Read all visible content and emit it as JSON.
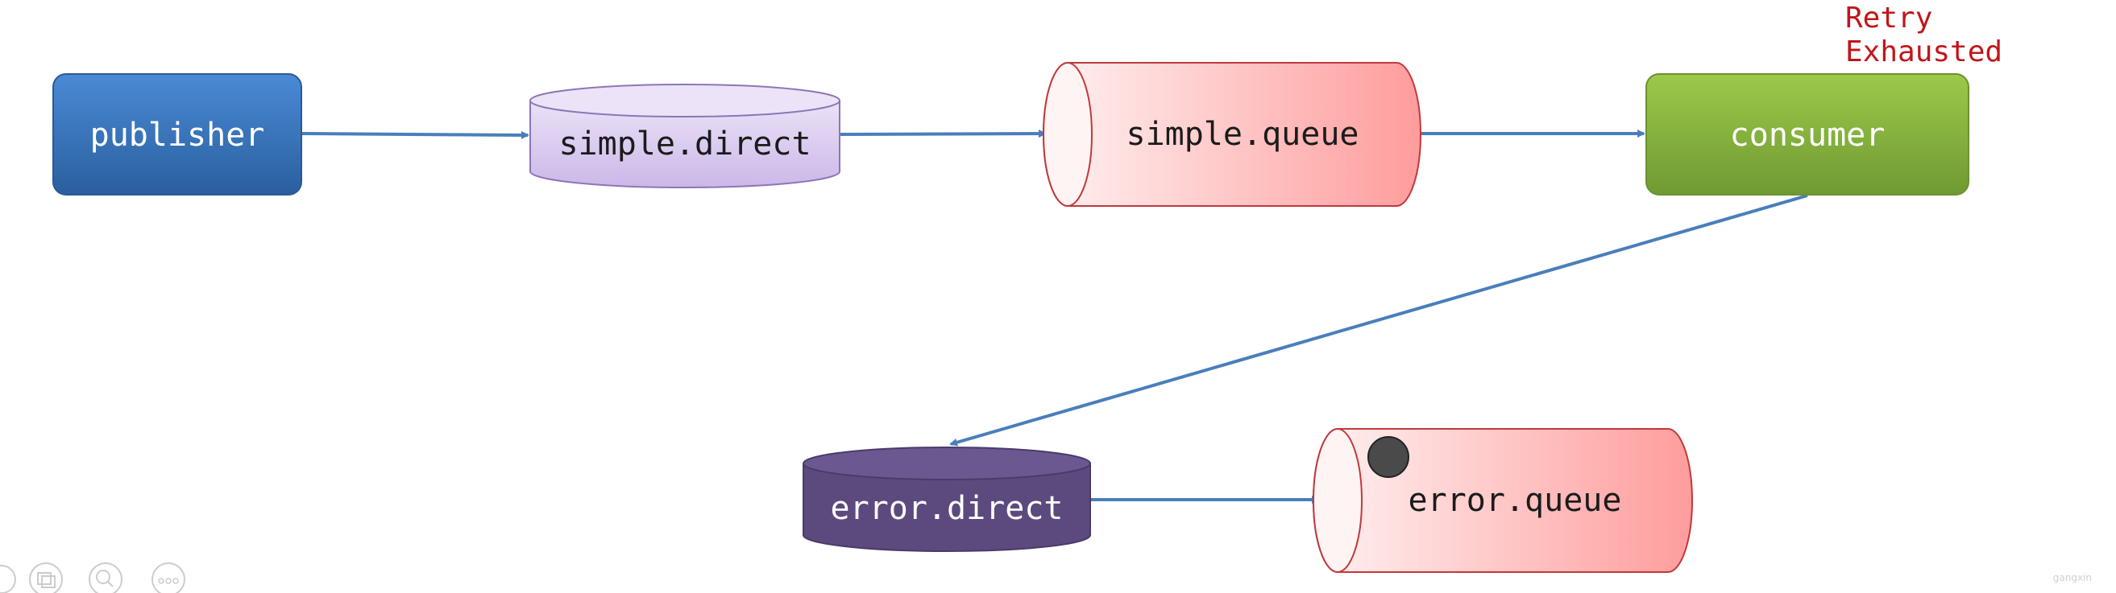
{
  "nodes": {
    "publisher": "publisher",
    "simple_direct": "simple.direct",
    "simple_queue": "simple.queue",
    "consumer": "consumer",
    "error_direct": "error.direct",
    "error_queue": "error.queue"
  },
  "annotation": {
    "line1": "Retry",
    "line2": "Exhausted"
  },
  "watermark": "gangxin",
  "colors": {
    "publisher": "#2f6fbf",
    "exchange_light": "#ddd0f0",
    "queue": "#ff9a9a",
    "consumer": "#7fae3a",
    "exchange_dark": "#5c4a7f",
    "arrow": "#4a7ebb",
    "annotation": "#c0161b"
  },
  "toolbar_icons": [
    "prev-icon",
    "slides-icon",
    "zoom-icon",
    "more-icon"
  ]
}
